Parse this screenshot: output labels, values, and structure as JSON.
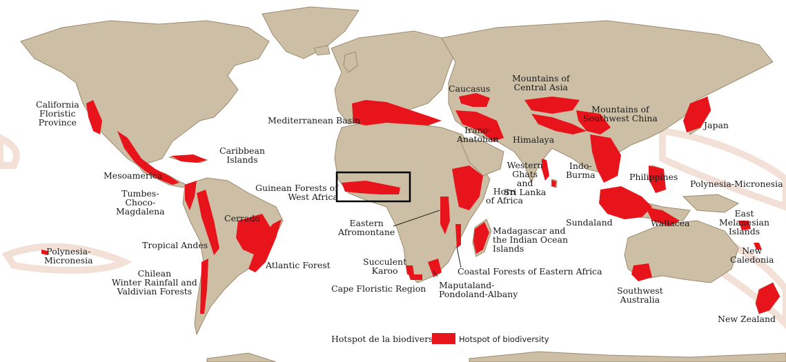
{
  "colors": {
    "land": "#cdbfa6",
    "border": "#9c8a6e",
    "hotspot": "#e8141c",
    "ocean": "#ffffff",
    "ocean_halo": "#e9c8b8"
  },
  "labels": {
    "california": "California\nFloristic\nProvince",
    "mesoamerica": "Mesoamerica",
    "caribbean": "Caribbean\nIslands",
    "tumbes": "Tumbes-\nChoco-\nMagdalena",
    "cerrado": "Cerrado",
    "tropical_andes": "Tropical Andes",
    "polynesia_w": "Polynesia-\nMicronesia",
    "chilean": "Chilean\nWinter Rainfall and\nValdivian Forests",
    "atlantic": "Atlantic Forest",
    "mediterranean": "Mediterranean Basin",
    "caucasus": "Caucasus",
    "central_asia": "Mountains of\nCentral Asia",
    "sw_china": "Mountains of\nSouthwest China",
    "japan": "Japan",
    "irano": "Irano-\nAnatolian",
    "himalaya": "Himalaya",
    "western_ghats": "Western\nGhats\nand\nSri Lanka",
    "indo_burma": "Indo-\nBurma",
    "philippines": "Philippines",
    "polynesia_e": "Polynesia-Micronesia",
    "guinean": "Guinean Forests of\nWest Africa",
    "horn": "Horn\nof Africa",
    "eastern_afromontane": "Eastern\nAfromontane",
    "madagascar": "Madagascar and\nthe Indian Ocean\nIslands",
    "sundaland": "Sundaland",
    "wallacea": "Wallacea",
    "east_melanesian": "East\nMelanesian\nIslands",
    "new_caledonia": "New\nCaledonia",
    "succulent": "Succulent\nKaroo",
    "coastal_forests": "Coastal Forests of Eastern Africa",
    "cape": "Cape Floristic Region",
    "maputaland": "Maputaland-\nPondoland-Albany",
    "sw_australia": "Southwest\nAustralia",
    "new_zealand": "New Zealand"
  },
  "legend": {
    "french": "Hotspot de la biodiversité",
    "english": "Hotspot of biodiversity"
  }
}
